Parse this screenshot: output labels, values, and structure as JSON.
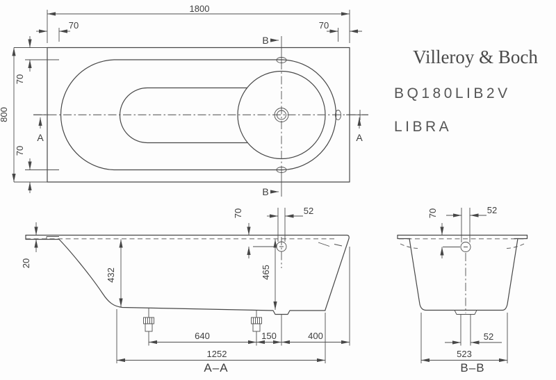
{
  "brand": {
    "logo": "Villeroy & Boch",
    "model": "BQ180LIB2V",
    "series": "LIBRA"
  },
  "top_view": {
    "dim_length": "1800",
    "dim_width": "800",
    "dim_rim_left": "70",
    "dim_rim_right": "70",
    "dim_rim_top": "70",
    "dim_rim_bottom": "70",
    "marker_a": "A",
    "marker_b": "B"
  },
  "section_aa": {
    "label": "A–A",
    "dim_rim_thickness": "20",
    "dim_depth_back": "432",
    "dim_depth_drain": "465",
    "dim_overflow_offset": "70",
    "dim_overflow_width": "52",
    "dim_feet_spacing": "640",
    "dim_foot_to_drain": "150",
    "dim_drain_to_end": "400",
    "dim_base_length": "1252"
  },
  "section_bb": {
    "label": "B–B",
    "dim_overflow_offset": "70",
    "dim_overflow_width": "52",
    "dim_drain_width": "52",
    "dim_base_width": "523"
  }
}
